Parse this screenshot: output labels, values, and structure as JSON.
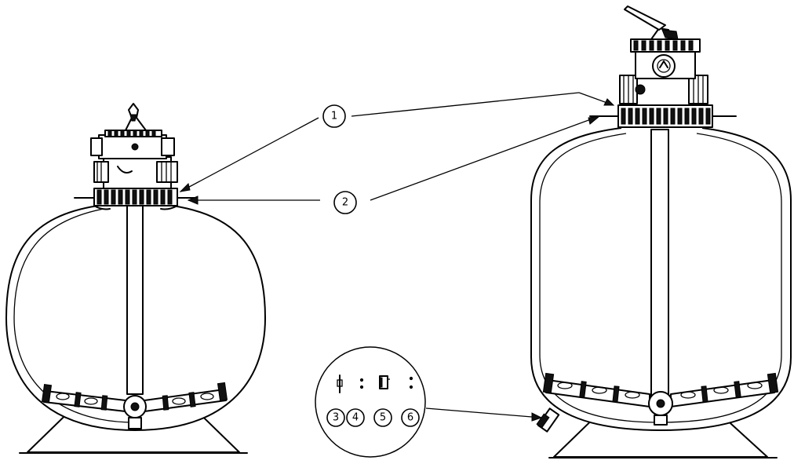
{
  "callouts": {
    "c1": "1",
    "c2": "2",
    "c3": "3",
    "c4": "4",
    "c5": "5",
    "c6": "6"
  },
  "icons": [
    "multiport-valve-icon",
    "filter-tank-icon",
    "drain-plug-icon",
    "lateral-arm-icon"
  ]
}
